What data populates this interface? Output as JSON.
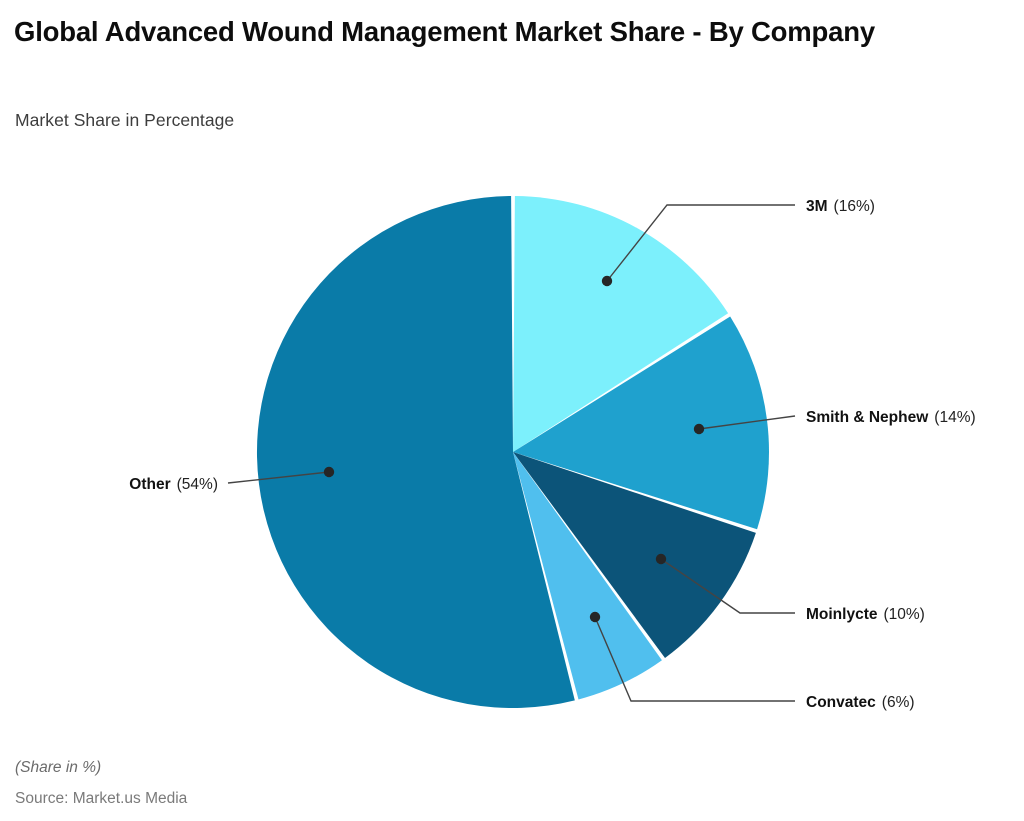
{
  "header": {
    "title": "Global Advanced Wound Management Market Share - By Company",
    "subtitle": "Market Share in Percentage"
  },
  "footer": {
    "note": "(Share in %)",
    "source": "Source: Market.us Media"
  },
  "chart_data": {
    "type": "pie",
    "title": "Global Advanced Wound Management Market Share - By Company",
    "subtitle": "Market Share in Percentage",
    "unit": "%",
    "xlabel": "",
    "ylabel": "",
    "legend_position": "callout-labels",
    "grid": false,
    "start_angle_deg": 0,
    "direction": "clockwise",
    "categories": [
      "3M",
      "Smith & Nephew",
      "Moinlycte",
      "Convatec",
      "Other"
    ],
    "values": [
      16,
      14,
      10,
      6,
      54
    ],
    "colors": [
      "#7cf0fc",
      "#1fa1ce",
      "#0c5479",
      "#50bfee",
      "#0a7ba8"
    ],
    "slices": [
      {
        "label": "3M",
        "value": 16,
        "display": "(16%)",
        "color": "#7cf0fc"
      },
      {
        "label": "Smith & Nephew",
        "value": 14,
        "display": "(14%)",
        "color": "#1fa1ce"
      },
      {
        "label": "Moinlycte",
        "value": 10,
        "display": "(10%)",
        "color": "#0c5479"
      },
      {
        "label": "Convatec",
        "value": 6,
        "display": "(6%)",
        "color": "#50bfee"
      },
      {
        "label": "Other",
        "value": 54,
        "display": "(54%)",
        "color": "#0a7ba8"
      }
    ],
    "total": 100
  },
  "labels": {
    "l0_name": "3M",
    "l0_pct": "(16%)",
    "l1_name": "Smith & Nephew",
    "l1_pct": "(14%)",
    "l2_name": "Moinlycte",
    "l2_pct": "(10%)",
    "l3_name": "Convatec",
    "l3_pct": "(6%)",
    "l4_name": "Other",
    "l4_pct": "(54%)"
  }
}
